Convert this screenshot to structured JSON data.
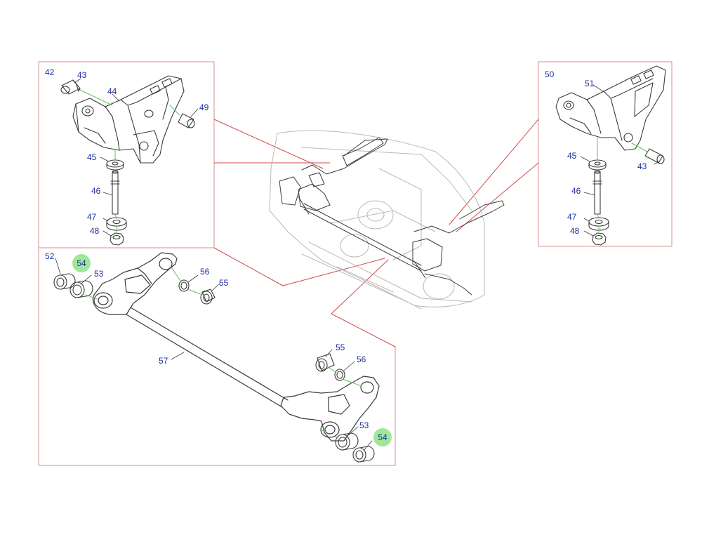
{
  "colors": {
    "line": "#3a3a3a",
    "faint_line": "#b9b9b9",
    "callout_text": "#1f2d9e",
    "frame": "#d98c8c",
    "leader_red": "#d24b4b",
    "highlight": "#9ee89a",
    "green_leader": "#59c84f"
  },
  "callouts": {
    "c42": "42",
    "c43a": "43",
    "c44": "44",
    "c49": "49",
    "c45a": "45",
    "c46a": "46",
    "c47a": "47",
    "c48a": "48",
    "c50": "50",
    "c51": "51",
    "c45b": "45",
    "c43b": "43",
    "c46b": "46",
    "c47b": "47",
    "c48b": "48",
    "c52": "52",
    "c54a": "54",
    "c53a": "53",
    "c56a": "56",
    "c55a": "55",
    "c57": "57",
    "c55b": "55",
    "c56b": "56",
    "c53b": "53",
    "c54b": "54"
  }
}
